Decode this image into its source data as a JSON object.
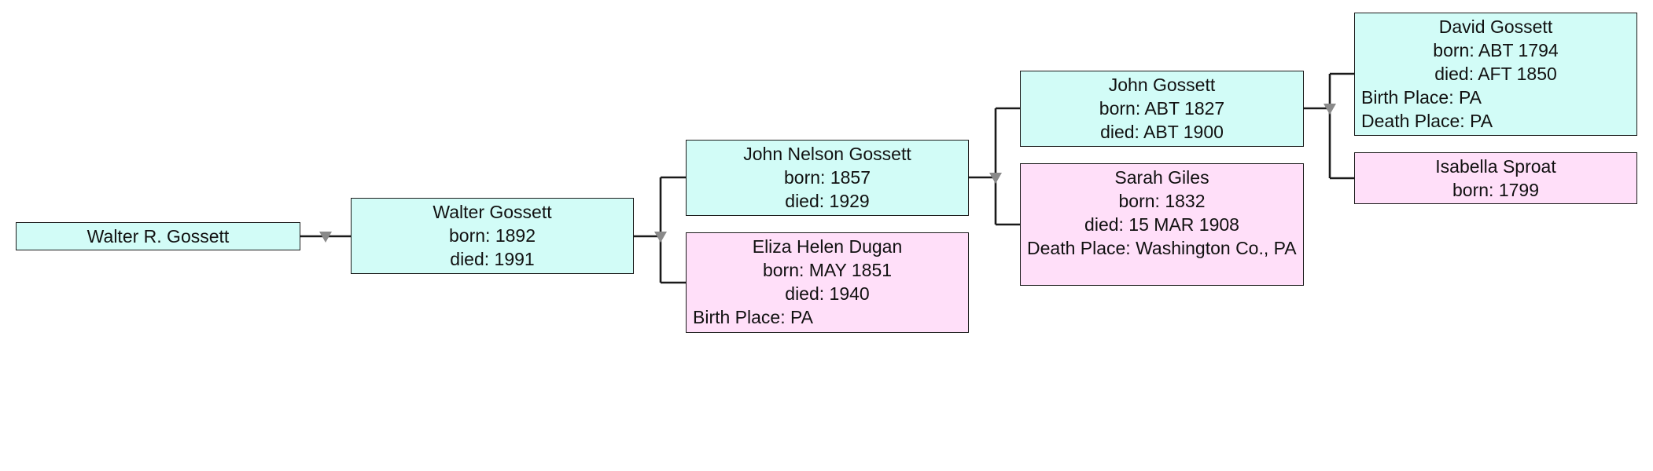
{
  "colors": {
    "male_fill": "#d2fcf7",
    "female_fill": "#ffdff9",
    "border": "#1a1a1a",
    "connector": "#1a1a1a",
    "arrow": "#8a8a8a"
  },
  "people": {
    "walter_r": {
      "name": "Walter R. Gossett"
    },
    "walter": {
      "name": "Walter Gossett",
      "born": "born: 1892",
      "died": "died: 1991"
    },
    "john_nelson": {
      "name": "John Nelson Gossett",
      "born": "born: 1857",
      "died": "died: 1929"
    },
    "eliza": {
      "name": "Eliza Helen Dugan",
      "born": "born: MAY 1851",
      "died": "died: 1940",
      "birth_place": "Birth Place: PA"
    },
    "john": {
      "name": "John Gossett",
      "born": "born: ABT 1827",
      "died": "died: ABT 1900"
    },
    "sarah": {
      "name": "Sarah Giles",
      "born": "born: 1832",
      "died": "died: 15 MAR 1908",
      "death_place": "Death Place: Washington Co., PA"
    },
    "david": {
      "name": "David Gossett",
      "born": "born: ABT 1794",
      "died": "died: AFT 1850",
      "birth_place": "Birth Place: PA",
      "death_place": "Death Place: PA"
    },
    "isabella": {
      "name": "Isabella Sproat",
      "born": "born: 1799"
    }
  }
}
